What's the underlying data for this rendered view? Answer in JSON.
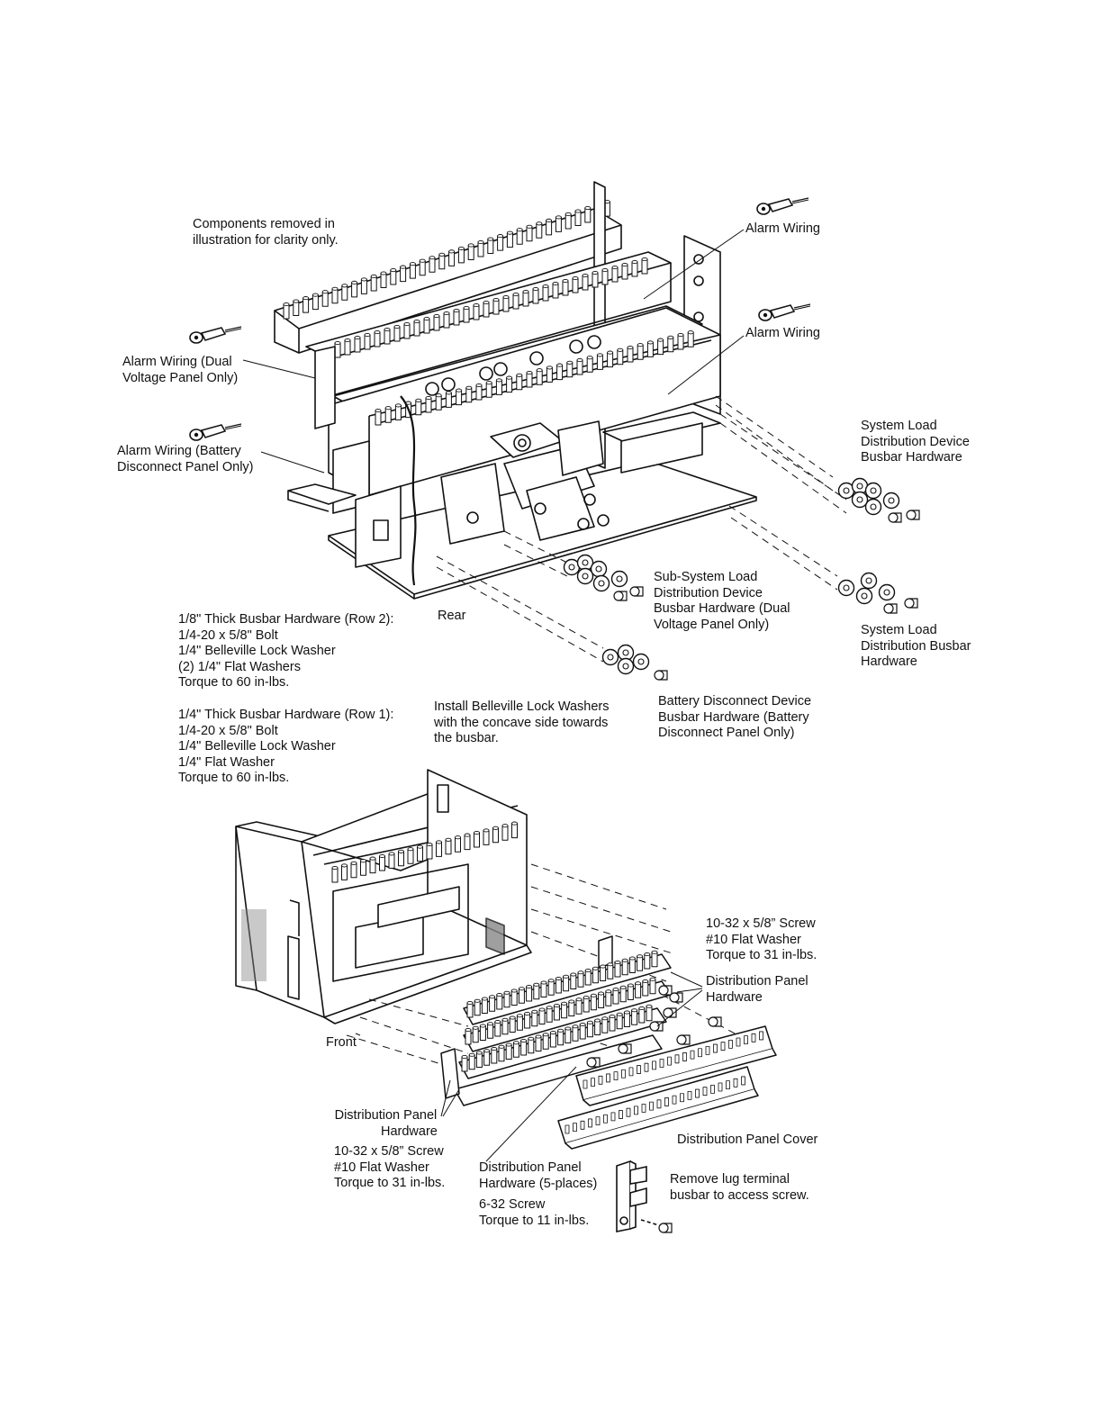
{
  "labels": {
    "components_note": [
      "Components removed in",
      "illustration for clarity only."
    ],
    "alarm_wiring_top": [
      "Alarm Wiring"
    ],
    "alarm_wiring_mid": [
      "Alarm Wiring"
    ],
    "alarm_wiring_dual": [
      "Alarm Wiring (Dual",
      "Voltage Panel Only)"
    ],
    "alarm_wiring_battery": [
      "Alarm Wiring (Battery",
      "Disconnect Panel Only)"
    ],
    "system_load_device_busbar": [
      "System Load",
      "Distribution Device",
      "Busbar Hardware"
    ],
    "sub_system_load": [
      "Sub-System Load",
      "Distribution Device",
      "Busbar Hardware (Dual",
      "Voltage Panel Only)"
    ],
    "system_load_busbar": [
      "System Load",
      "Distribution Busbar",
      "Hardware"
    ],
    "rear": [
      "Rear"
    ],
    "row2_hardware": [
      "1/8\" Thick Busbar Hardware (Row 2):",
      "1/4-20 x 5/8\" Bolt",
      "1/4\" Belleville Lock Washer",
      "(2) 1/4\" Flat Washers",
      "Torque to 60 in-lbs."
    ],
    "row1_hardware": [
      "1/4\" Thick Busbar Hardware (Row 1):",
      "1/4-20 x 5/8\" Bolt",
      "1/4\" Belleville Lock Washer",
      "1/4\" Flat Washer",
      "Torque to 60 in-lbs."
    ],
    "belleville_note": [
      "Install Belleville Lock Washers",
      "with the concave side towards",
      "the busbar."
    ],
    "battery_disconnect": [
      "Battery Disconnect Device",
      "Busbar Hardware (Battery",
      "Disconnect Panel Only)"
    ],
    "screw_spec_right": [
      "10-32 x 5/8” Screw",
      "#10 Flat Washer",
      "Torque to 31 in-lbs."
    ],
    "dist_panel_hw_right": [
      "Distribution Panel",
      "Hardware"
    ],
    "front": [
      "Front"
    ],
    "dist_panel_hw_left": [
      "Distribution Panel",
      "Hardware"
    ],
    "screw_spec_left": [
      "10-32 x 5/8” Screw",
      "#10 Flat Washer",
      "Torque to 31 in-lbs."
    ],
    "dist_panel_hw_5": [
      "Distribution Panel",
      "Hardware (5-places)"
    ],
    "screw_632": [
      "6-32 Screw",
      "Torque to 11 in-lbs."
    ],
    "dist_panel_cover": [
      "Distribution Panel Cover"
    ],
    "remove_lug": [
      "Remove lug terminal",
      "busbar to access screw."
    ]
  }
}
